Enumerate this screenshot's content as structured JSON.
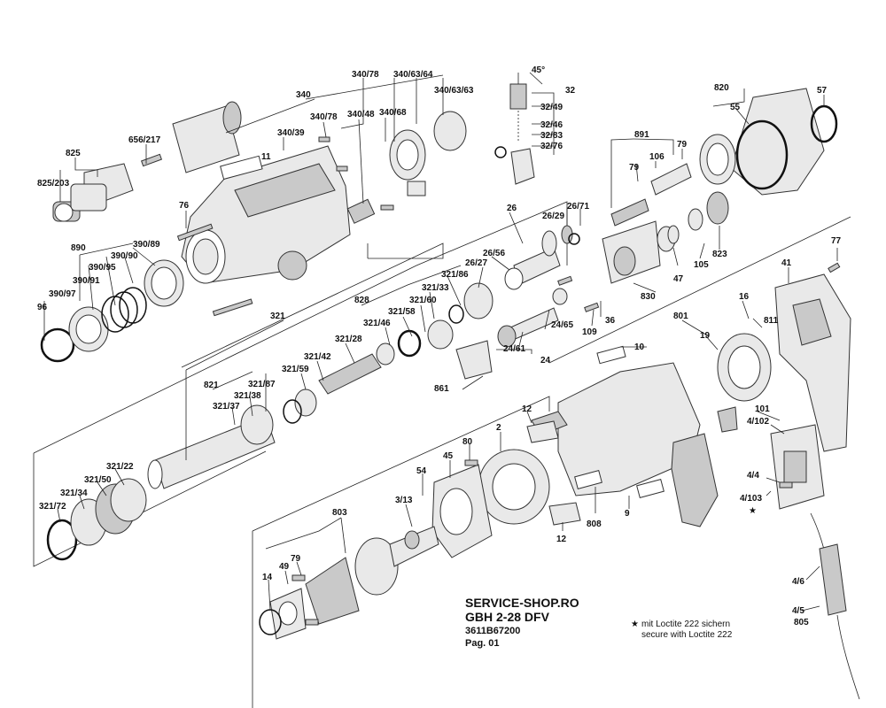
{
  "footer": {
    "line1": "SERVICE-SHOP.RO",
    "line2": "GBH 2-28 DFV",
    "line3": "3611B67200",
    "line4": "Pag. 01"
  },
  "note": {
    "symbol": "★",
    "line1": "mit Loctite 222 sichern",
    "line2": "secure with Loctite 222"
  },
  "angle_label": "45°",
  "labels": {
    "l340": "340",
    "l340_78a": "340/78",
    "l340_63_64": "340/63/64",
    "l340_63_63": "340/63/63",
    "l340_78b": "340/78",
    "l340_48": "340/48",
    "l340_68": "340/68",
    "l340_39": "340/39",
    "l656_217": "656/217",
    "l825": "825",
    "l825_203": "825/203",
    "l11": "11",
    "l76": "76",
    "l890": "890",
    "l390_89": "390/89",
    "l390_90": "390/90",
    "l390_95": "390/95",
    "l390_91": "390/91",
    "l390_97": "390/97",
    "l96": "96",
    "l32": "32",
    "l32_49": "32/49",
    "l32_46": "32/46",
    "l32_83": "32/83",
    "l32_76": "32/76",
    "l820": "820",
    "l57": "57",
    "l55": "55",
    "l891": "891",
    "l79a": "79",
    "l106": "106",
    "l79b": "79",
    "l26": "26",
    "l26_29": "26/29",
    "l26_71": "26/71",
    "l26_56": "26/56",
    "l26_27": "26/27",
    "l321_86": "321/86",
    "l828": "828",
    "l321_33": "321/33",
    "l321_60": "321/60",
    "l321_58": "321/58",
    "l321_46": "321/46",
    "l321": "321",
    "l321_28": "321/28",
    "l321_42": "321/42",
    "l321_59": "321/59",
    "l821": "821",
    "l321_87": "321/87",
    "l321_38": "321/38",
    "l321_37": "321/37",
    "l321_22": "321/22",
    "l321_50": "321/50",
    "l321_34": "321/34",
    "l321_72": "321/72",
    "l24_65": "24/65",
    "l24_61": "24/61",
    "l24": "24",
    "l861": "861",
    "l36": "36",
    "l109": "109",
    "l830": "830",
    "l47": "47",
    "l105": "105",
    "l823": "823",
    "l77": "77",
    "l41": "41",
    "l16": "16",
    "l811": "811",
    "l801": "801",
    "l19": "19",
    "l10": "10",
    "l101": "101",
    "l4_102": "4/102",
    "l4_4": "4/4",
    "l4_103": "4/103",
    "l4_6": "4/6",
    "l4_5": "4/5",
    "l805": "805",
    "l12a": "12",
    "l2": "2",
    "l80": "80",
    "l45": "45",
    "l54": "54",
    "l3_13": "3/13",
    "l803": "803",
    "l79c": "79",
    "l49": "49",
    "l14": "14",
    "l12b": "12",
    "l808": "808",
    "l9": "9"
  }
}
